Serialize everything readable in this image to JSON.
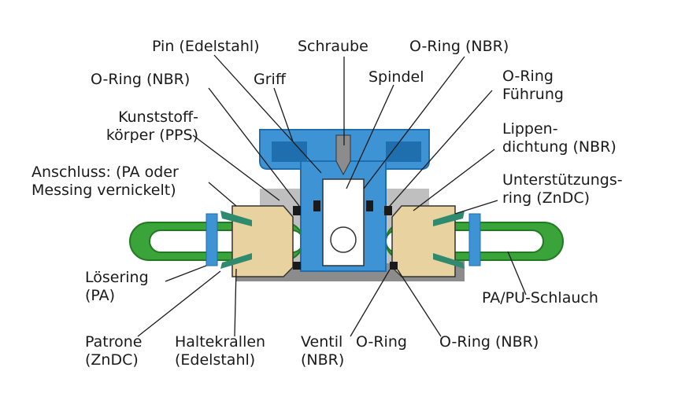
{
  "labels": {
    "pin": "Pin (Edelstahl)",
    "schraube": "Schraube",
    "oring_top_right": "O-Ring (NBR)",
    "oring_left": "O-Ring (NBR)",
    "griff": "Griff",
    "spindel": "Spindel",
    "oring_fuehrung_1": "O-Ring",
    "oring_fuehrung_2": "Führung",
    "kunststoff_1": "Kunststoff-",
    "kunststoff_2": "körper (PPS)",
    "lippen_1": "Lippen-",
    "lippen_2": "dichtung (NBR)",
    "anschluss_1": "Anschluss: (PA oder",
    "anschluss_2": "Messing vernickelt)",
    "unterstuetzung_1": "Unterstützungs-",
    "unterstuetzung_2": "ring (ZnDC)",
    "loesering_1": "Lösering",
    "loesering_2": "(PA)",
    "schlauch": "PA/PU-Schlauch",
    "patrone_1": "Patrone",
    "patrone_2": "(ZnDC)",
    "haltekrallen_1": "Haltekrallen",
    "haltekrallen_2": "(Edelstahl)",
    "ventil_1": "Ventil",
    "ventil_2": "(NBR)",
    "oring_bottom_mid": "O-Ring",
    "oring_bottom_right": "O-Ring (NBR)"
  },
  "colors": {
    "blue": "#3d93d4",
    "blue_dark": "#1f6fae",
    "brass": "#e8d3a0",
    "green": "#3aa33a",
    "green_dark": "#217a21",
    "teal": "#2f8a6e",
    "grey": "#8c8c8c",
    "grey_light": "#d9d9d9",
    "line": "#1a1a1a"
  }
}
